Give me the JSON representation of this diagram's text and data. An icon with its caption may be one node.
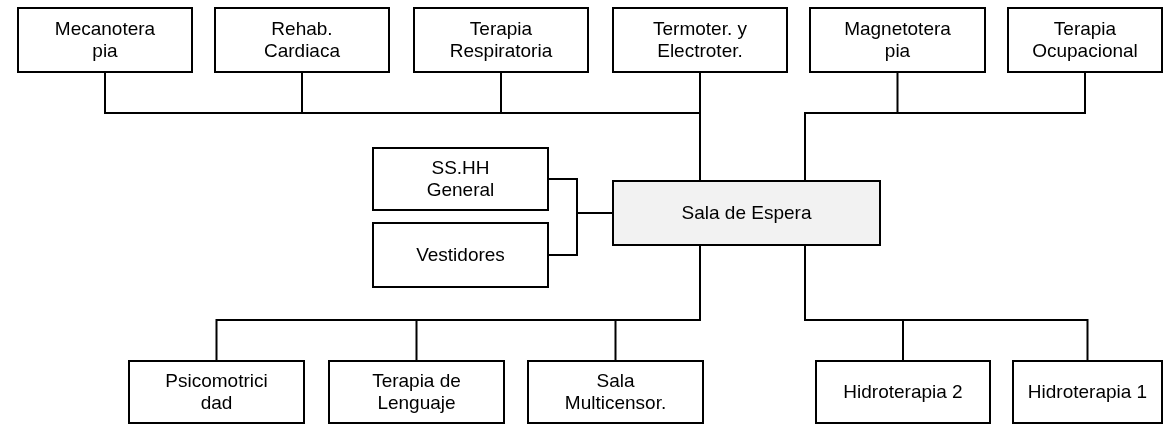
{
  "diagram": {
    "nodes": [
      {
        "text": [
          "Mecanotera pia"
        ]
      },
      {
        "text": [
          "Rehab. Cardiaca"
        ]
      },
      {
        "text": [
          "Terapia Respiratoria"
        ]
      },
      {
        "text": [
          "Termoter. y Electroter."
        ]
      },
      {
        "text": [
          "Magnetotera pia"
        ]
      },
      {
        "text": [
          "Terapia Ocupacional"
        ]
      },
      {
        "text": [
          "SS.HH General"
        ]
      },
      {
        "text": [
          "Sala de Espera"
        ]
      },
      {
        "text": [
          "Vestidores"
        ]
      },
      {
        "text": [
          "Psicomotrici dad"
        ]
      },
      {
        "text": [
          "Terapia de Lenguaje"
        ]
      },
      {
        "text": [
          "Sala Multicensor."
        ]
      },
      {
        "text": [
          "Hidroterapia 2"
        ]
      },
      {
        "text": [
          "Hidroterapia 1"
        ]
      }
    ],
    "edges": [
      {
        "from": 7,
        "to": 0,
        "arrow": "none"
      },
      {
        "from": 7,
        "to": 1,
        "arrow": "none"
      },
      {
        "from": 7,
        "to": 2,
        "arrow": "none"
      },
      {
        "from": 7,
        "to": 3,
        "arrow": "none"
      },
      {
        "from": 7,
        "to": 4,
        "arrow": "none"
      },
      {
        "from": 7,
        "to": 5,
        "arrow": "none"
      },
      {
        "from": 7,
        "to": 6,
        "arrow": "none"
      },
      {
        "from": 7,
        "to": 8,
        "arrow": "none"
      },
      {
        "from": 7,
        "to": 9,
        "arrow": "none"
      },
      {
        "from": 7,
        "to": 10,
        "arrow": "none"
      },
      {
        "from": 7,
        "to": 11,
        "arrow": "none"
      },
      {
        "from": 7,
        "to": 12,
        "arrow": "none"
      },
      {
        "from": 7,
        "to": 13,
        "arrow": "none"
      }
    ]
  }
}
